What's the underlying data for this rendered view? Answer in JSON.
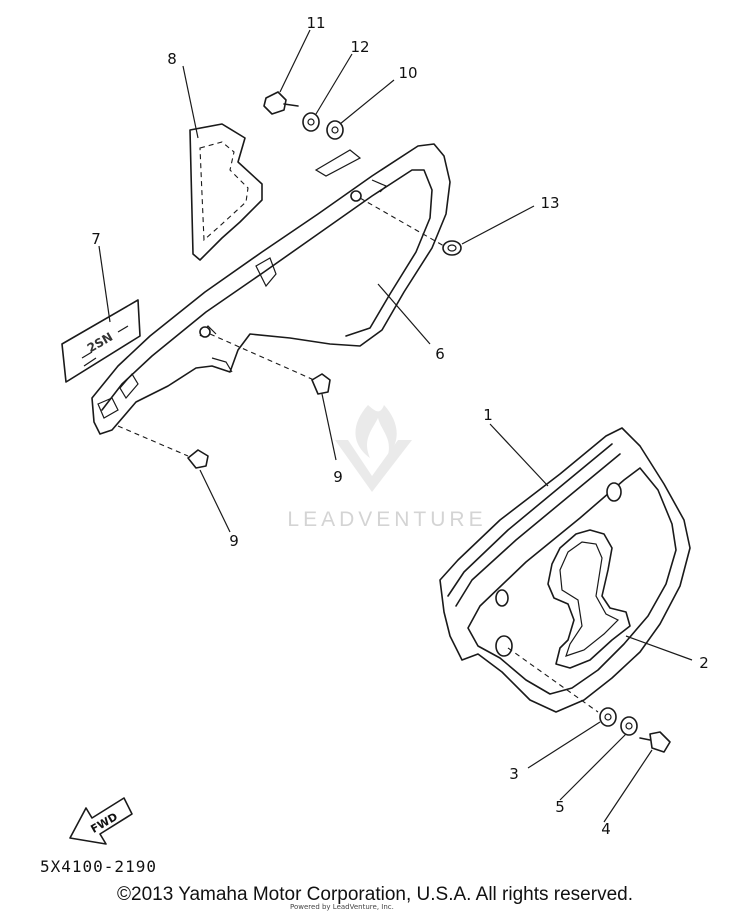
{
  "diagram": {
    "callouts": [
      {
        "id": "1",
        "label": "1"
      },
      {
        "id": "2",
        "label": "2"
      },
      {
        "id": "3",
        "label": "3"
      },
      {
        "id": "4",
        "label": "4"
      },
      {
        "id": "5",
        "label": "5"
      },
      {
        "id": "6",
        "label": "6"
      },
      {
        "id": "7",
        "label": "7"
      },
      {
        "id": "8",
        "label": "8"
      },
      {
        "id": "9a",
        "label": "9"
      },
      {
        "id": "9b",
        "label": "9"
      },
      {
        "id": "10",
        "label": "10"
      },
      {
        "id": "11",
        "label": "11"
      },
      {
        "id": "12",
        "label": "12"
      },
      {
        "id": "13",
        "label": "13"
      }
    ],
    "decal_text": "2SN",
    "fwd_label": "FWD",
    "part_number": "5X4100-2190",
    "watermark": "LEADVENTURE",
    "copyright": "©2013 Yamaha Motor Corporation, U.S.A. All rights reserved.",
    "copyright_sub": "Powered by LeadVenture, Inc."
  }
}
